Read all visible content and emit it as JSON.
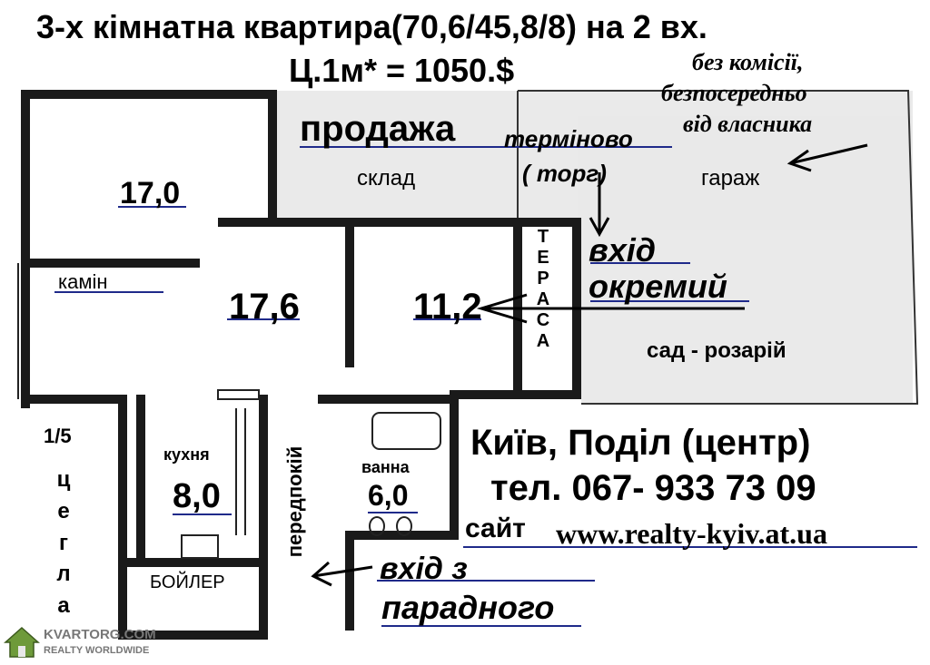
{
  "header": {
    "title": "3-х кімнатна квартира(70,6/45,8/8)  на 2 вх.",
    "price": "Ц.1м* = 1050.$"
  },
  "notes": {
    "no_commission": "без комісії,",
    "direct": "безпосередньо",
    "from_owner": "від власника",
    "sale": "продажа",
    "urgent": "терміново",
    "bargain": "( торг)",
    "separate_entrance_1": "вхід",
    "separate_entrance_2": "окремий",
    "front_entrance_1": "вхід  з",
    "front_entrance_2": "парадного"
  },
  "rooms": {
    "room1": "17,0",
    "room2": "17,6",
    "room3": "11,2",
    "fireplace": "камін",
    "kitchen_label": "кухня",
    "kitchen": "8,0",
    "bath_label": "ванна",
    "bath": "6,0",
    "boiler": "БОЙЛЕР",
    "hall": "передпокій",
    "terrace": "ТЕРАСА",
    "storage": "склад",
    "garage": "гараж",
    "garden": "сад - розарій"
  },
  "side": {
    "floor": "1/5",
    "material": "цегла"
  },
  "contacts": {
    "location": "Київ, Поділ (центр)",
    "phone": "тел. 067- 933 73 09",
    "site_label": "сайт",
    "site_url": "www.realty-kyiv.at.ua"
  },
  "logo": {
    "name": "KVARTORG.COM",
    "tagline": "REALTY WORLDWIDE"
  },
  "colors": {
    "wall": "#1a1a1a",
    "accent_line": "#1f2a8a"
  }
}
